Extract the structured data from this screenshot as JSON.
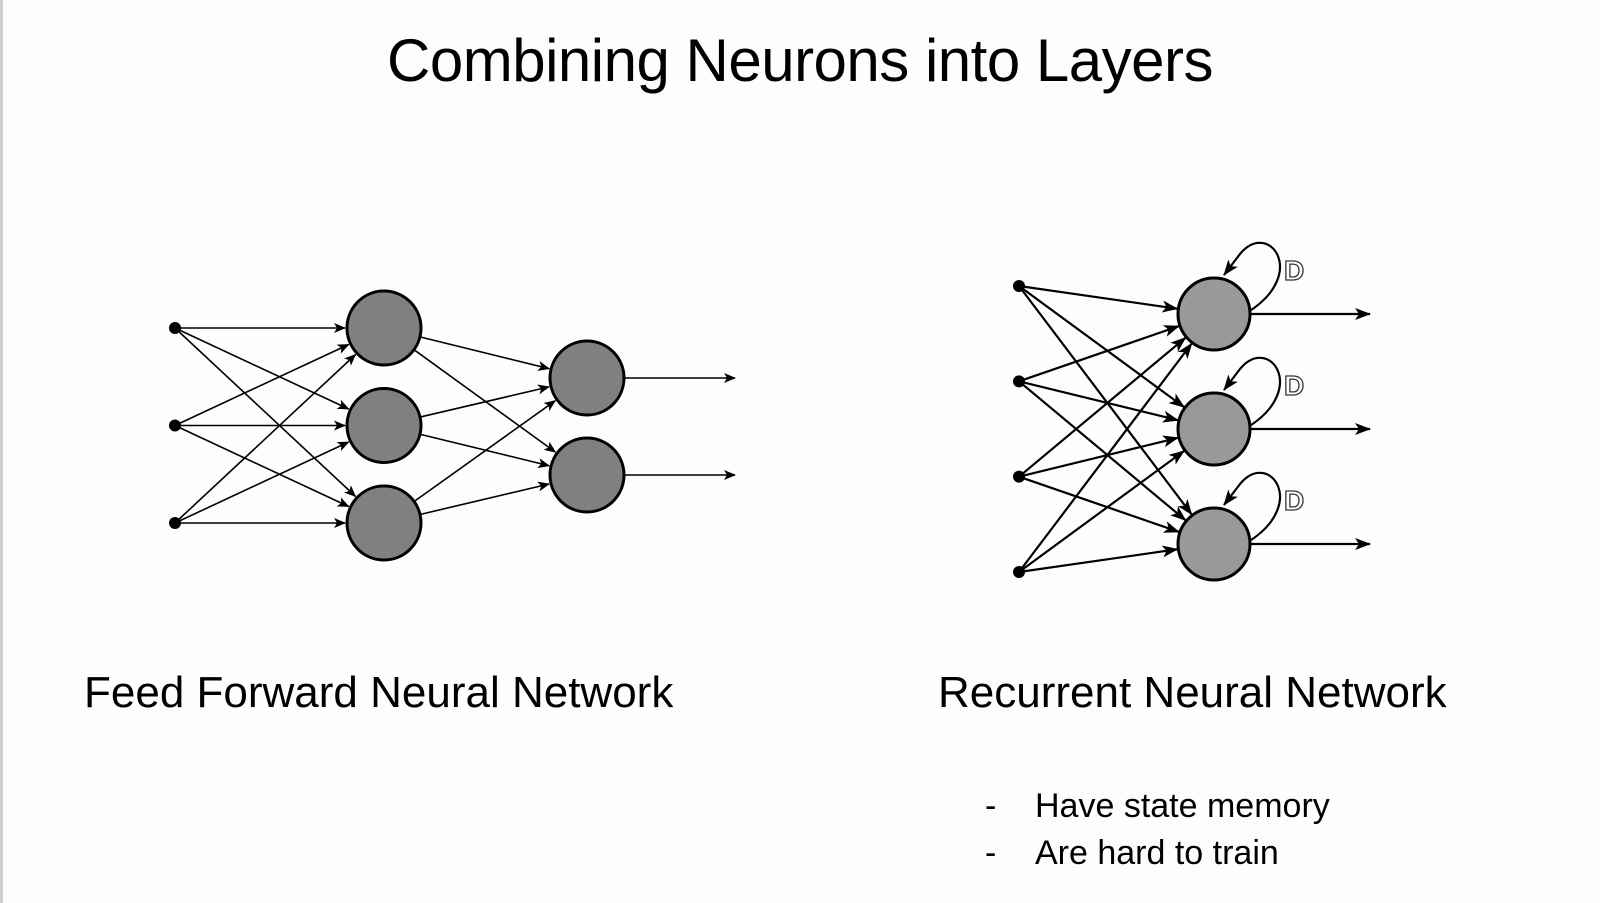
{
  "slide": {
    "title": "Combining Neurons into Layers"
  },
  "feed_forward": {
    "caption": "Feed Forward Neural Network",
    "layers": {
      "inputs": 3,
      "hidden": 3,
      "outputs": 2
    },
    "node_fill": "#808080"
  },
  "recurrent": {
    "caption": "Recurrent Neural Network",
    "layers": {
      "inputs": 4,
      "neurons": 3
    },
    "delay_label": "D",
    "node_fill": "#999999",
    "bullets": [
      {
        "marker": "-",
        "text": "Have state memory"
      },
      {
        "marker": "-",
        "text": "Are hard to train"
      }
    ]
  }
}
